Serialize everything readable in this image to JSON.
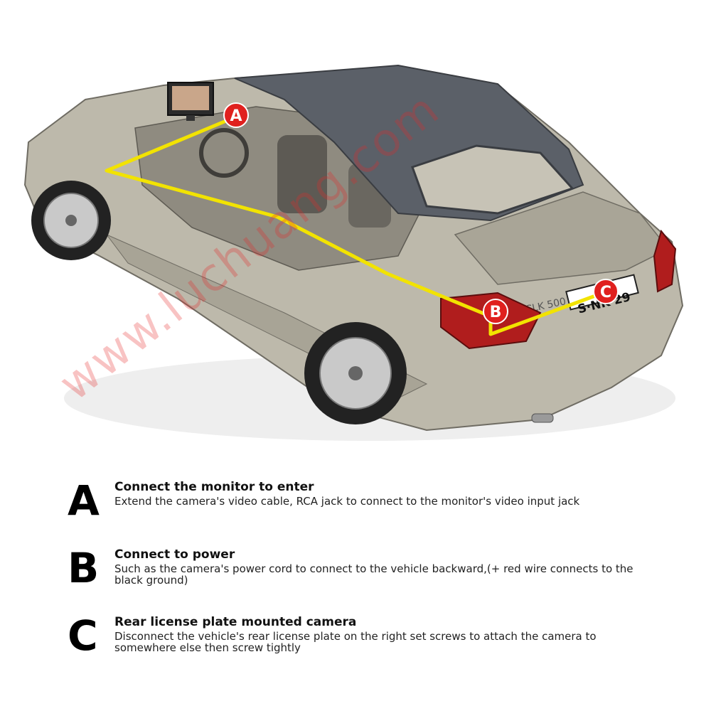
{
  "diagram": {
    "markers": [
      {
        "id": "A",
        "letter": "A"
      },
      {
        "id": "B",
        "letter": "B"
      },
      {
        "id": "C",
        "letter": "C"
      }
    ],
    "license_plate": "S·NK 29",
    "trunk_badge": "CLK 500",
    "colors": {
      "marker": "#e0201e",
      "cable": "#f2e300",
      "car_body": "#b7b3a4",
      "roof": "#5b6068"
    }
  },
  "legend": [
    {
      "letter": "A",
      "title": "Connect the monitor to enter",
      "desc": "Extend the camera's video cable, RCA jack to connect to the monitor's video input jack"
    },
    {
      "letter": "B",
      "title": "Connect to power",
      "desc": "Such as the camera's power cord to connect to the vehicle backward,(+ red wire connects to the black ground)"
    },
    {
      "letter": "C",
      "title": "Rear license plate mounted camera",
      "desc": "Disconnect the vehicle's rear license plate on the right set screws to attach the camera to somewhere else then screw tightly"
    }
  ],
  "watermark": "www.luchuang.com"
}
